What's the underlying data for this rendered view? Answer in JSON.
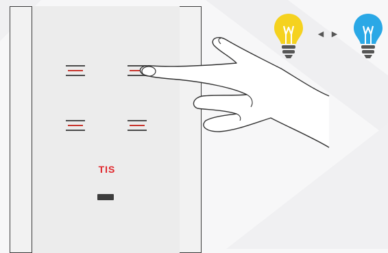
{
  "panel": {
    "brand": "TIS",
    "brand_color": "#e0252a",
    "button_accent_color": "#c8352d",
    "frame_color": "#3a3a3a"
  },
  "buttons": [
    {
      "name": "touch-key-top-left"
    },
    {
      "name": "touch-key-top-right"
    },
    {
      "name": "touch-key-bottom-left"
    },
    {
      "name": "touch-key-bottom-right"
    }
  ],
  "indicators": {
    "left_bulb": {
      "icon": "lightbulb-icon",
      "color": "#f5d21f"
    },
    "right_bulb": {
      "icon": "lightbulb-icon",
      "color": "#2aa8e6"
    },
    "arrows": "◀ ▶"
  },
  "hand": {
    "icon": "pointing-hand-icon"
  }
}
